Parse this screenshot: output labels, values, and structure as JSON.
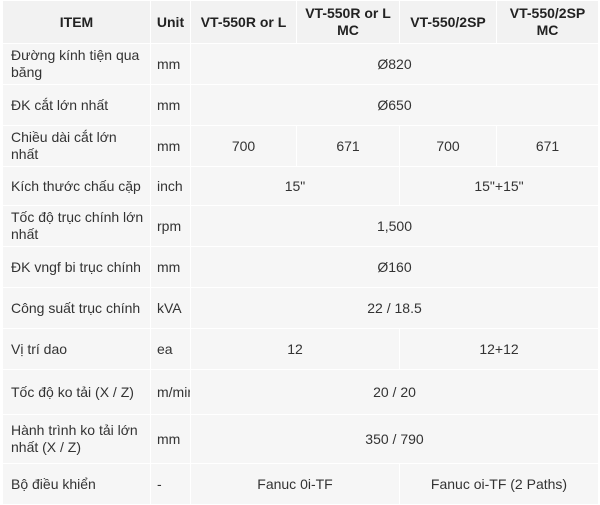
{
  "header": {
    "item": "ITEM",
    "unit": "Unit",
    "models": [
      "VT-550R or L",
      "VT-550R or L MC",
      "VT-550/2SP",
      "VT-550/2SP MC"
    ]
  },
  "rows": [
    {
      "item": "Đường kính tiện qua băng",
      "unit": "mm",
      "values": [
        "Ø820"
      ]
    },
    {
      "item": "ĐK cắt lớn nhất",
      "unit": "mm",
      "values": [
        "Ø650"
      ]
    },
    {
      "item": "Chiều dài cắt lớn nhất",
      "unit": "mm",
      "values": [
        "700",
        "671",
        "700",
        "671"
      ]
    },
    {
      "item": "Kích thước chấu cặp",
      "unit": "inch",
      "values": [
        "15\"",
        "15\"+15\""
      ]
    },
    {
      "item": "Tốc độ trục chính lớn nhất",
      "unit": "rpm",
      "values": [
        "1,500"
      ]
    },
    {
      "item": "ĐK vngf bi trục chính",
      "unit": "mm",
      "values": [
        "Ø160"
      ]
    },
    {
      "item": "Công suất trục chính",
      "unit": "kVA",
      "values": [
        "22 / 18.5"
      ]
    },
    {
      "item": "Vị trí dao",
      "unit": "ea",
      "values": [
        "12",
        "12+12"
      ]
    },
    {
      "item": "Tốc độ ko tải (X / Z)",
      "unit": "m/min",
      "values": [
        "20 / 20"
      ]
    },
    {
      "item": "Hành trình ko tải lớn nhất  (X / Z)",
      "unit": "mm",
      "values": [
        "350 / 790"
      ]
    },
    {
      "item": "Bộ điều khiển",
      "unit": "-",
      "values": [
        "Fanuc 0i-TF",
        "Fanuc oi-TF (2 Paths)"
      ]
    }
  ]
}
